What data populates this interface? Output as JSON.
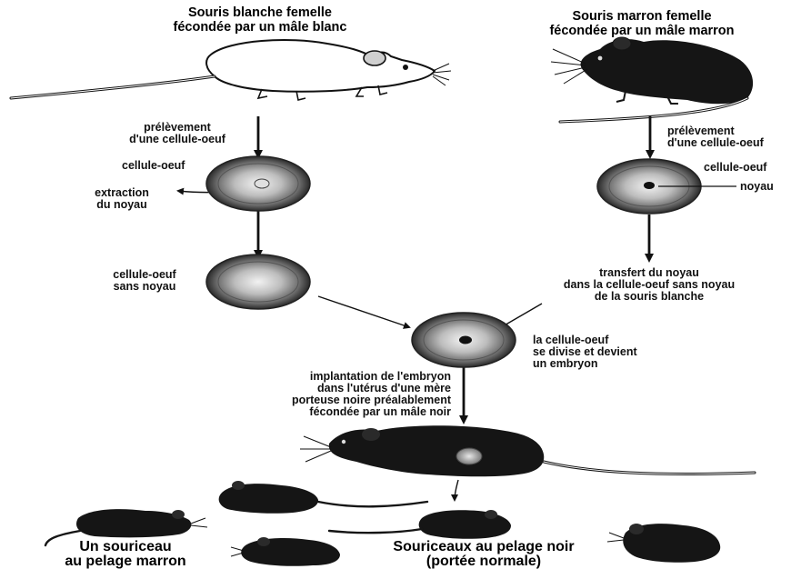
{
  "titles": {
    "left": [
      "Souris blanche femelle",
      "fécondée par un mâle blanc"
    ],
    "right": [
      "Souris marron femelle",
      "fécondée par un mâle marron"
    ]
  },
  "labels": {
    "prelevement_left": [
      "prélèvement",
      "d'une cellule-oeuf"
    ],
    "cellule_oeuf_left": "cellule-oeuf",
    "extraction": [
      "extraction",
      "du noyau"
    ],
    "sans_noyau": [
      "cellule-oeuf",
      "sans noyau"
    ],
    "prelevement_right": [
      "prélèvement",
      "d'une cellule-oeuf"
    ],
    "cellule_oeuf_right": "cellule-oeuf",
    "noyau": "noyau",
    "transfert": [
      "transfert du noyau",
      "dans la cellule-oeuf sans noyau",
      "de la souris blanche"
    ],
    "divise": [
      "la cellule-oeuf",
      "se divise et devient",
      "un embryon"
    ],
    "implantation": [
      "implantation de l'embryon",
      "dans l'utérus d'une mère",
      "porteuse noire préalablement",
      "fécondée par un mâle noir"
    ]
  },
  "results": {
    "marron": [
      "Un souriceau",
      "au pelage marron"
    ],
    "noir": [
      "Souriceaux au pelage noir",
      "(portée normale)"
    ]
  },
  "colors": {
    "mouse_dark": "#151515",
    "mouse_white": "#ffffff",
    "cell_ring": "#2a2a2a"
  }
}
